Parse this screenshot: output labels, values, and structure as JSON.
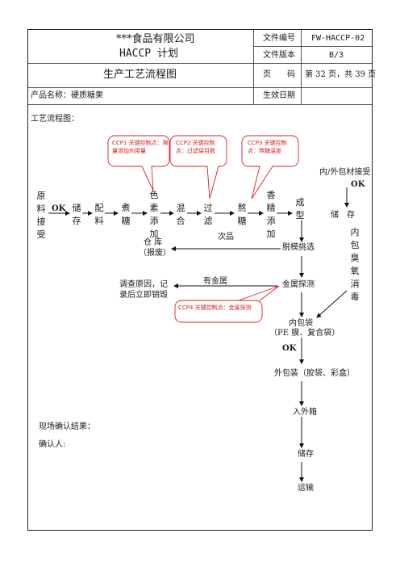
{
  "header": {
    "company": "***食品有限公司",
    "plan": "HACCP 计划",
    "doc_title": "生产工艺流程图",
    "doc_no_label": "文件编号",
    "doc_no": "FW-HACCP-02",
    "version_label": "文件版本",
    "version": "B/3",
    "page_label": "页　　码",
    "page_value": "第 32 页，共 39 页",
    "product_label": "产品名称：硬质糖果",
    "effective_label": "生效日期",
    "effective_value": ""
  },
  "body": {
    "process_label": "工艺流程图：",
    "ccp1": "CCP1 关键控制点：限量添加剂用量",
    "ccp2": "CCP2 关键控制点：过滤袋目数",
    "ccp3": "CCP3 关键控制点：熬糖温度",
    "ccp4": "CCP4 关键控制点：金属探测",
    "steps": {
      "raw": "原料接受",
      "ok1": "OK",
      "store": "储存",
      "mix": "配料",
      "boil": "煮糖",
      "color": "色素添加",
      "blend": "混合",
      "filter": "过滤",
      "cook": "熬糖",
      "flavor": "香精添加",
      "form": "成型",
      "demold": "脱模挑选",
      "metal": "金属探测",
      "inner_bag": "内包袋",
      "inner_bag_type": "（PE 膜、复合袋）",
      "ok3": "OK",
      "outer": "外包装（胶袋、彩盒）",
      "box": "入外箱",
      "storage": "储存",
      "transport": "运输",
      "pack_recv": "内/外包材接受",
      "ok2": "OK",
      "pack_store": "储　存",
      "pack_disinfect": "内包臭氧消毒",
      "defect": "次品",
      "warehouse": "仓  库",
      "scrap": "（报废）",
      "has_metal": "有金属",
      "investigate_1": "调查原因，记",
      "investigate_2": "录后立即销毁"
    },
    "confirm_result": "现场确认结果：",
    "confirmer": "确认人:"
  }
}
